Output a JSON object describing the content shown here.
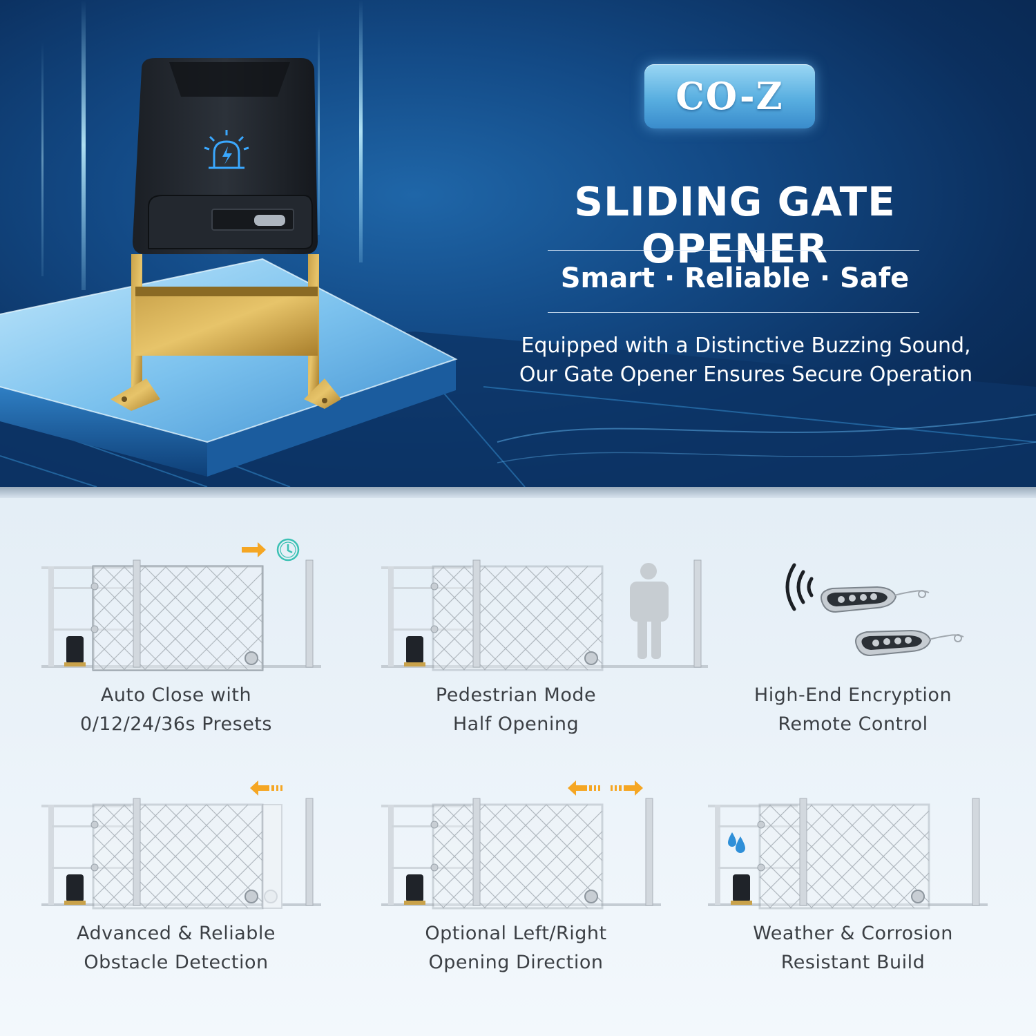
{
  "brand": {
    "logo": "CO-Z"
  },
  "hero": {
    "title": "SLIDING GATE OPENER",
    "tagline": "Smart · Reliable · Safe",
    "description_line1": "Equipped with a Distinctive Buzzing Sound,",
    "description_line2": "Our Gate Opener Ensures Secure Operation"
  },
  "features": [
    {
      "line1": "Auto Close with",
      "line2": "0/12/24/36s Presets",
      "icon": "clock-icon"
    },
    {
      "line1": "Pedestrian Mode",
      "line2": "Half Opening",
      "icon": "pedestrian-icon"
    },
    {
      "line1": "High-End Encryption",
      "line2": "Remote Control",
      "icon": "remote-control-icon"
    },
    {
      "line1": "Advanced & Reliable",
      "line2": "Obstacle Detection",
      "icon": "arrow-left-icon"
    },
    {
      "line1": "Optional Left/Right",
      "line2": "Opening Direction",
      "icon": "arrow-left-right-icon"
    },
    {
      "line1": "Weather & Corrosion",
      "line2": "Resistant Build",
      "icon": "water-drop-icon"
    }
  ],
  "colors": {
    "accent_orange": "#f5a623",
    "clock_teal": "#3cc1b4",
    "drop_blue": "#2f8fd8",
    "hero_blue": "#134a86",
    "gate_gray": "#9aa3ab"
  }
}
